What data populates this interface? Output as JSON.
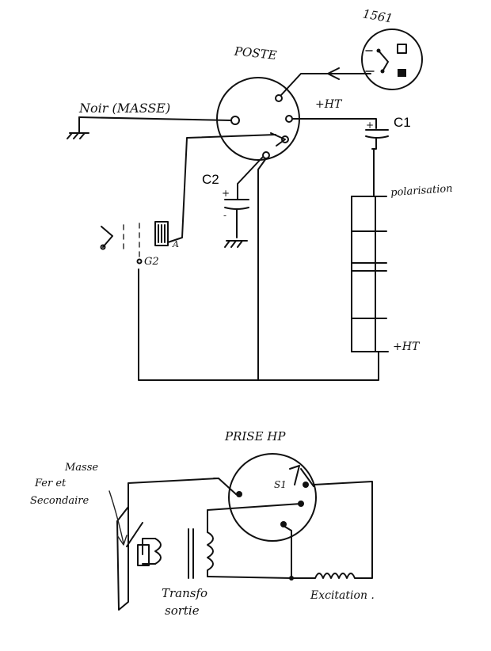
{
  "labels": {
    "plug_number": "1561",
    "poste": "POSTE",
    "noir_masse": "Noir (MASSE)",
    "plus_ht_top": "+HT",
    "c1": "C1",
    "c2": "C2",
    "polarisation": "polarisation",
    "a": "A",
    "g2": "G2",
    "plus_ht_bottom": "+HT",
    "prise_hp": "PRISE HP",
    "s1": "S1",
    "masse_fer_1": "Masse",
    "masse_fer_2": "Fer et",
    "masse_fer_3": "Secondaire",
    "transfo_1": "Transfo",
    "transfo_2": "sortie",
    "excitation": "Excitation ."
  },
  "polarity": {
    "plus": "+",
    "minus": "-"
  }
}
